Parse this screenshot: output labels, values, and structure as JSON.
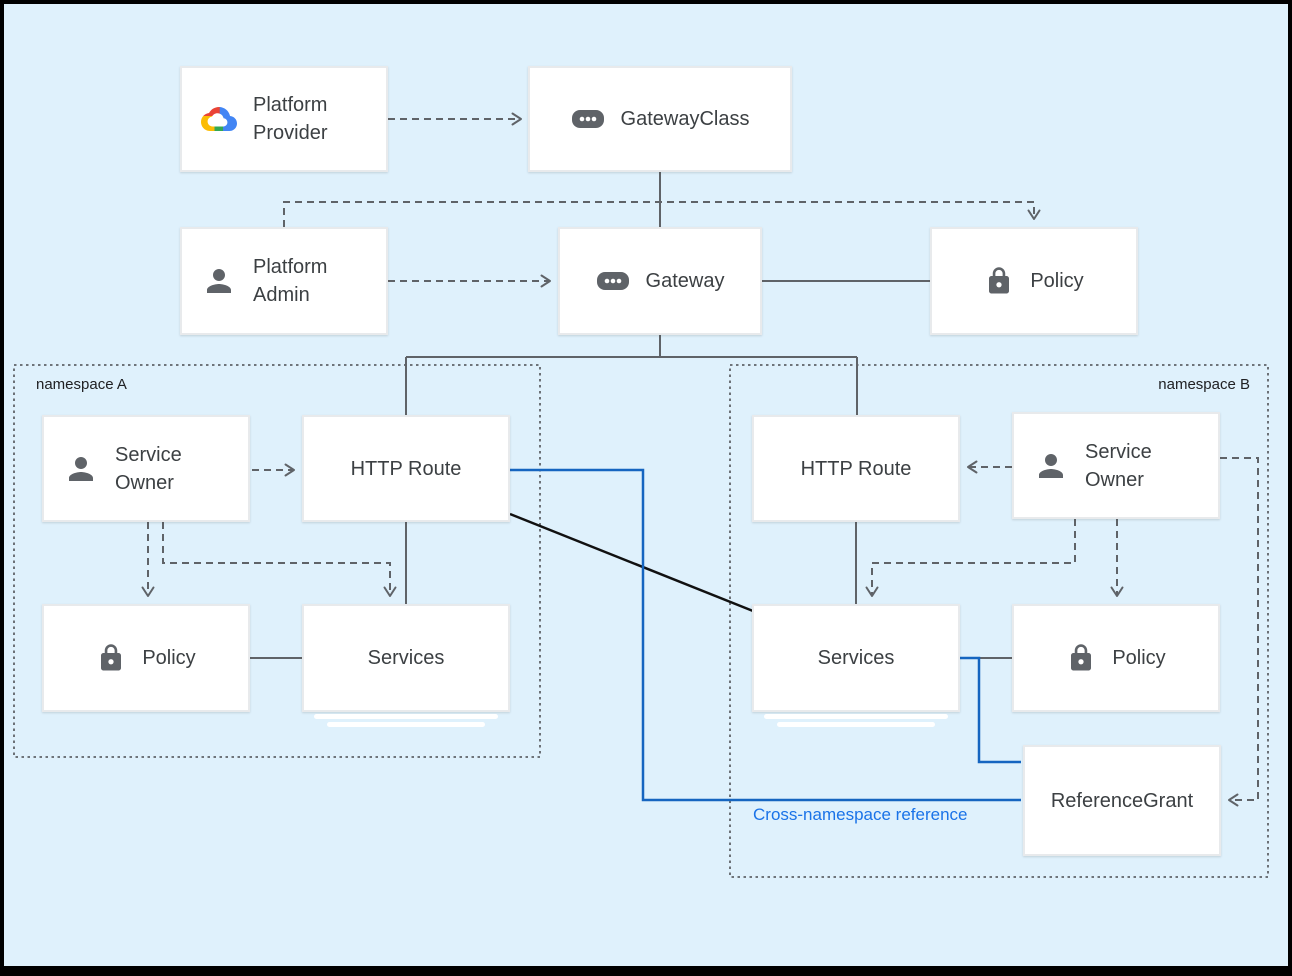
{
  "namespaces": {
    "a": {
      "label": "namespace A"
    },
    "b": {
      "label": "namespace B"
    }
  },
  "nodes": {
    "platform_provider": {
      "label": "Platform Provider",
      "icon": "google-cloud-icon"
    },
    "gateway_class": {
      "label": "GatewayClass",
      "icon": "resource-chip-icon"
    },
    "platform_admin": {
      "label": "Platform Admin",
      "icon": "person-icon"
    },
    "gateway": {
      "label": "Gateway",
      "icon": "resource-chip-icon"
    },
    "policy_top": {
      "label": "Policy",
      "icon": "lock-icon"
    },
    "service_owner_a": {
      "label": "Service Owner",
      "icon": "person-icon"
    },
    "http_route_a": {
      "label": "HTTP Route"
    },
    "policy_a": {
      "label": "Policy",
      "icon": "lock-icon"
    },
    "services_a": {
      "label": "Services"
    },
    "http_route_b": {
      "label": "HTTP Route"
    },
    "service_owner_b": {
      "label": "Service Owner",
      "icon": "person-icon"
    },
    "services_b": {
      "label": "Services"
    },
    "policy_b": {
      "label": "Policy",
      "icon": "lock-icon"
    },
    "reference_grant": {
      "label": "ReferenceGrant"
    }
  },
  "edge_labels": {
    "cross_namespace": "Cross-namespace reference"
  },
  "colors": {
    "background": "#dff1fc",
    "frame": "#000000",
    "connector_gray": "#5f6368",
    "connector_blue": "#1565c0",
    "connector_black": "#111111",
    "edge_label_blue": "#1a73e8",
    "icon_gray": "#5f6368",
    "google_red": "#ea4335",
    "google_blue": "#4285f4",
    "google_yellow": "#fbbc04",
    "google_green": "#34a853"
  }
}
